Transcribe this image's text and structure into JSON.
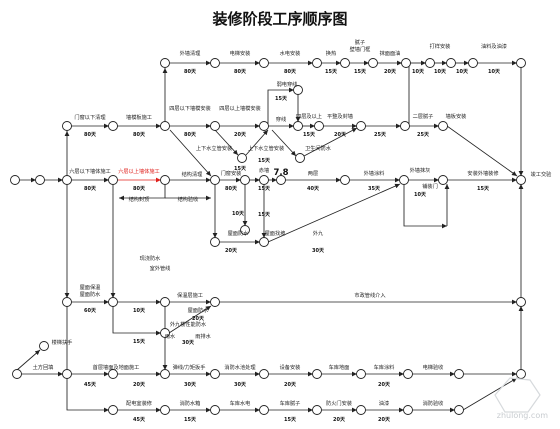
{
  "title": "装修阶段工序顺序图",
  "labels": {
    "l01": "外墙清理",
    "l02": "电梯安装",
    "l03": "水电安装",
    "l04": "换热",
    "l05": "腻子",
    "l06": "壁墙门框",
    "l07": "抹面面油",
    "l08": "打样安装",
    "l09": "油料及油漆",
    "l10": "门窗以下清理",
    "l11": "墙模板施工",
    "l12": "四层以下墙模安装",
    "l13": "四层以上墙模安装",
    "l14": "弱电穿线",
    "l15": "穿线",
    "l16": "四层及以上",
    "l17": "二层腻子",
    "l18": "墙板安装",
    "l19": "上下水立管安装",
    "l20": "上下水立管安装",
    "l21": "平整及封墙",
    "l22": "卫生间防水",
    "l23": "六层以下墙体施工",
    "l24": "六层以上墙体施工",
    "l25": "结构清理",
    "l26": "结构封顶",
    "l27": "结构验收",
    "l28": "门窗安装",
    "l29": "赤墙",
    "l30": "7.8",
    "l31": "两层",
    "l32": "外墙涂料",
    "l33": "外墙抹灰",
    "l34": "铺装门",
    "l35": "安装外墙装修",
    "l36": "竣工交验",
    "l37": "屋面防水",
    "l38": "屋面找坡",
    "l39": "外九",
    "l40": "屋面保温",
    "l41": "屋面防水",
    "l42": "市政管线介入",
    "l43": "保温层施工",
    "l44": "屋面防水",
    "l45": "外九楼性能防水",
    "l46": "雨水",
    "l47": "雨排水",
    "l48": "现浇防水",
    "l49": "室外管线",
    "l50": "楼梯扶手",
    "l51": "土方回填",
    "l52": "首层墙面及地面施工",
    "l53": "弹线/力矩扳手",
    "l54": "消防水池处理",
    "l55": "设备安装",
    "l56": "车库地面",
    "l57": "车库涂料",
    "l58": "电梯验收",
    "l59": "配电室装修",
    "l60": "消防水箱",
    "l61": "车库水电",
    "l62": "车库腻子",
    "l63": "防火门安装",
    "l64": "油漆",
    "l65": "消防验收"
  },
  "durations": {
    "d01": "80天",
    "d02": "80天",
    "d03": "80天",
    "d04": "15天",
    "d05": "15天",
    "d06": "20天",
    "d07": "10天",
    "d08": "10天",
    "d09": "10天",
    "d10": "10天",
    "d11": "80天",
    "d12": "80天",
    "d13": "80天",
    "d14": "15天",
    "d15": "15天",
    "d16": "20天",
    "d17": "15天",
    "d18": "15天",
    "d19": "25天",
    "d20": "25天",
    "d21": "20天",
    "d22": "80天",
    "d23": "80天",
    "d24": "80天",
    "d25": "15天",
    "d26": "40天",
    "d27": "35天",
    "d28": "10天",
    "d29": "15天",
    "d30": "20天",
    "d31": "10天",
    "d32": "15天",
    "d33": "30天",
    "d34": "60天",
    "d35": "10天",
    "d36": "20天",
    "d37": "15天",
    "d38": "30天",
    "d39": "45天",
    "d40": "20天",
    "d41": "30天",
    "d42": "30天",
    "d43": "20天",
    "d44": "20天",
    "d45": "45天",
    "d46": "15天",
    "d47": "15天",
    "d48": "20天",
    "d49": "20天"
  },
  "watermark": "zhulong.com"
}
